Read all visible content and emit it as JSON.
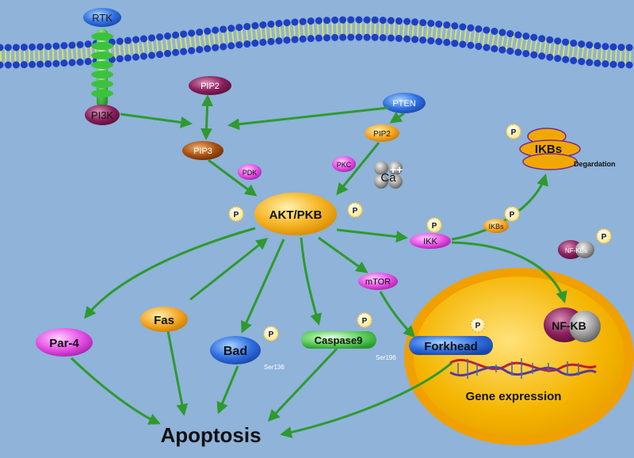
{
  "nodes": {
    "rtk": "RTK",
    "pi3k": "PI3K",
    "pip2_top": "PIP2",
    "pip3": "PIP3",
    "pten": "PTEN",
    "pip2_right": "PIP2",
    "pdk": "PDK",
    "pkc": "PKC",
    "calcium": "Ca",
    "calcium_charge": "++",
    "akt": "AKT/PKB",
    "ikk": "IKK",
    "ikbs_small": "IKBs",
    "ikbs_big": "IKBs",
    "degradation": "Degardation",
    "nfkbs": "NF-KBs",
    "mtor": "mTOR",
    "par4": "Par-4",
    "fas": "Fas",
    "bad": "Bad",
    "caspase9": "Caspase9",
    "forkhead": "Forkhead",
    "nfkb": "NF-KB",
    "gene_expression": "Gene expression",
    "apoptosis": "Apoptosis"
  },
  "sites": {
    "bad": "Ser136",
    "caspase9": "Ser196"
  },
  "phospho_label": "P",
  "colors": {
    "background": "#8fb3d9",
    "arrow": "#2e9a2e",
    "membrane": "#1f3fc4",
    "akt": "#f5a81e",
    "nucleus": "#f0a000"
  }
}
